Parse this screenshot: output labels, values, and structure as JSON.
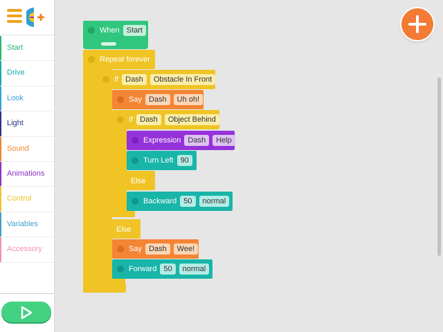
{
  "sidebar": {
    "categories": [
      {
        "label": "Start",
        "color": "#2cb46c"
      },
      {
        "label": "Drive",
        "color": "#1aa9a5"
      },
      {
        "label": "Look",
        "color": "#2f9fd8"
      },
      {
        "label": "Light",
        "color": "#2b2f8c"
      },
      {
        "label": "Sound",
        "color": "#f0852c"
      },
      {
        "label": "Animations",
        "color": "#8d2fc8"
      },
      {
        "label": "Control",
        "color": "#f0c22a"
      },
      {
        "label": "Variables",
        "color": "#3e9fca"
      },
      {
        "label": "Accessory",
        "color": "#f58eb7"
      }
    ]
  },
  "program": {
    "when": {
      "label": "When",
      "arg": "Start"
    },
    "repeat": {
      "label": "Repeat forever"
    },
    "if1": {
      "label": "If",
      "robot": "Dash",
      "condition": "Obstacle In Front"
    },
    "say1": {
      "label": "Say",
      "robot": "Dash",
      "text": "Uh oh!"
    },
    "if2": {
      "label": "If",
      "robot": "Dash",
      "condition": "Object Behind"
    },
    "expression": {
      "label": "Expression",
      "robot": "Dash",
      "value": "Help"
    },
    "turn": {
      "label": "Turn Left",
      "value": "90"
    },
    "else_inner": {
      "label": "Else"
    },
    "backward": {
      "label": "Backward",
      "value": "50",
      "speed": "normal"
    },
    "else_outer": {
      "label": "Else"
    },
    "say2": {
      "label": "Say",
      "robot": "Dash",
      "text": "Wee!"
    },
    "forward": {
      "label": "Forward",
      "value": "50",
      "speed": "normal"
    }
  }
}
